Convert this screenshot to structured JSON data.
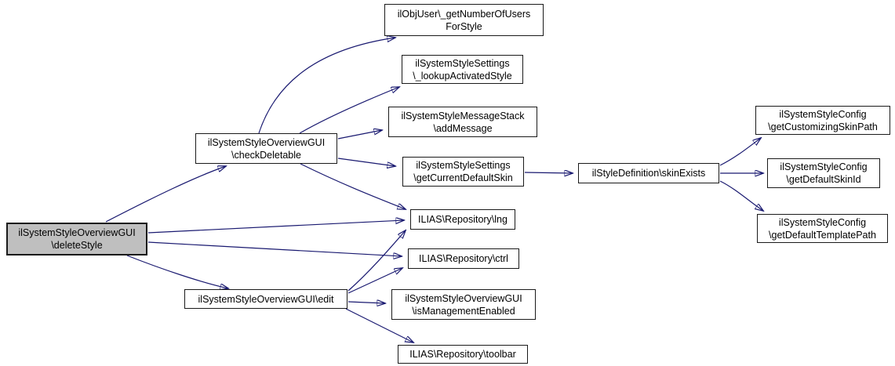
{
  "diagram": {
    "kind": "call-graph",
    "colors": {
      "edge": "#191970",
      "node_border": "#1a1a1a",
      "node_fill": "#ffffff",
      "highlight_fill": "#bfbfbf",
      "text": "#000000",
      "background": "#ffffff"
    },
    "nodes": {
      "delete_style": {
        "line1": "ilSystemStyleOverviewGUI",
        "line2": "\\deleteStyle",
        "highlighted": true
      },
      "check_deletable": {
        "line1": "ilSystemStyleOverviewGUI",
        "line2": "\\checkDeletable"
      },
      "get_number_of_users_for_style": {
        "line1": "ilObjUser\\_getNumberOfUsers",
        "line2": "ForStyle"
      },
      "lookup_activated_style": {
        "line1": "ilSystemStyleSettings",
        "line2": "\\_lookupActivatedStyle"
      },
      "add_message": {
        "line1": "ilSystemStyleMessageStack",
        "line2": "\\addMessage"
      },
      "get_current_default_skin": {
        "line1": "ilSystemStyleSettings",
        "line2": "\\getCurrentDefaultSkin"
      },
      "lng": {
        "line1": "ILIAS\\Repository\\lng"
      },
      "ctrl": {
        "line1": "ILIAS\\Repository\\ctrl"
      },
      "edit": {
        "line1": "ilSystemStyleOverviewGUI\\edit"
      },
      "is_management_enabled": {
        "line1": "ilSystemStyleOverviewGUI",
        "line2": "\\isManagementEnabled"
      },
      "toolbar": {
        "line1": "ILIAS\\Repository\\toolbar"
      },
      "skin_exists": {
        "line1": "ilStyleDefinition\\skinExists"
      },
      "get_customizing_skin_path": {
        "line1": "ilSystemStyleConfig",
        "line2": "\\getCustomizingSkinPath"
      },
      "get_default_skin_id": {
        "line1": "ilSystemStyleConfig",
        "line2": "\\getDefaultSkinId"
      },
      "get_default_template_path": {
        "line1": "ilSystemStyleConfig",
        "line2": "\\getDefaultTemplatePath"
      }
    },
    "edges": [
      {
        "from": "delete_style",
        "to": "check_deletable"
      },
      {
        "from": "delete_style",
        "to": "lng"
      },
      {
        "from": "delete_style",
        "to": "ctrl"
      },
      {
        "from": "delete_style",
        "to": "edit"
      },
      {
        "from": "check_deletable",
        "to": "get_number_of_users_for_style"
      },
      {
        "from": "check_deletable",
        "to": "lookup_activated_style"
      },
      {
        "from": "check_deletable",
        "to": "add_message"
      },
      {
        "from": "check_deletable",
        "to": "get_current_default_skin"
      },
      {
        "from": "check_deletable",
        "to": "lng"
      },
      {
        "from": "edit",
        "to": "lng"
      },
      {
        "from": "edit",
        "to": "ctrl"
      },
      {
        "from": "edit",
        "to": "is_management_enabled"
      },
      {
        "from": "edit",
        "to": "toolbar"
      },
      {
        "from": "get_current_default_skin",
        "to": "skin_exists"
      },
      {
        "from": "skin_exists",
        "to": "get_customizing_skin_path"
      },
      {
        "from": "skin_exists",
        "to": "get_default_skin_id"
      },
      {
        "from": "skin_exists",
        "to": "get_default_template_path"
      }
    ]
  }
}
